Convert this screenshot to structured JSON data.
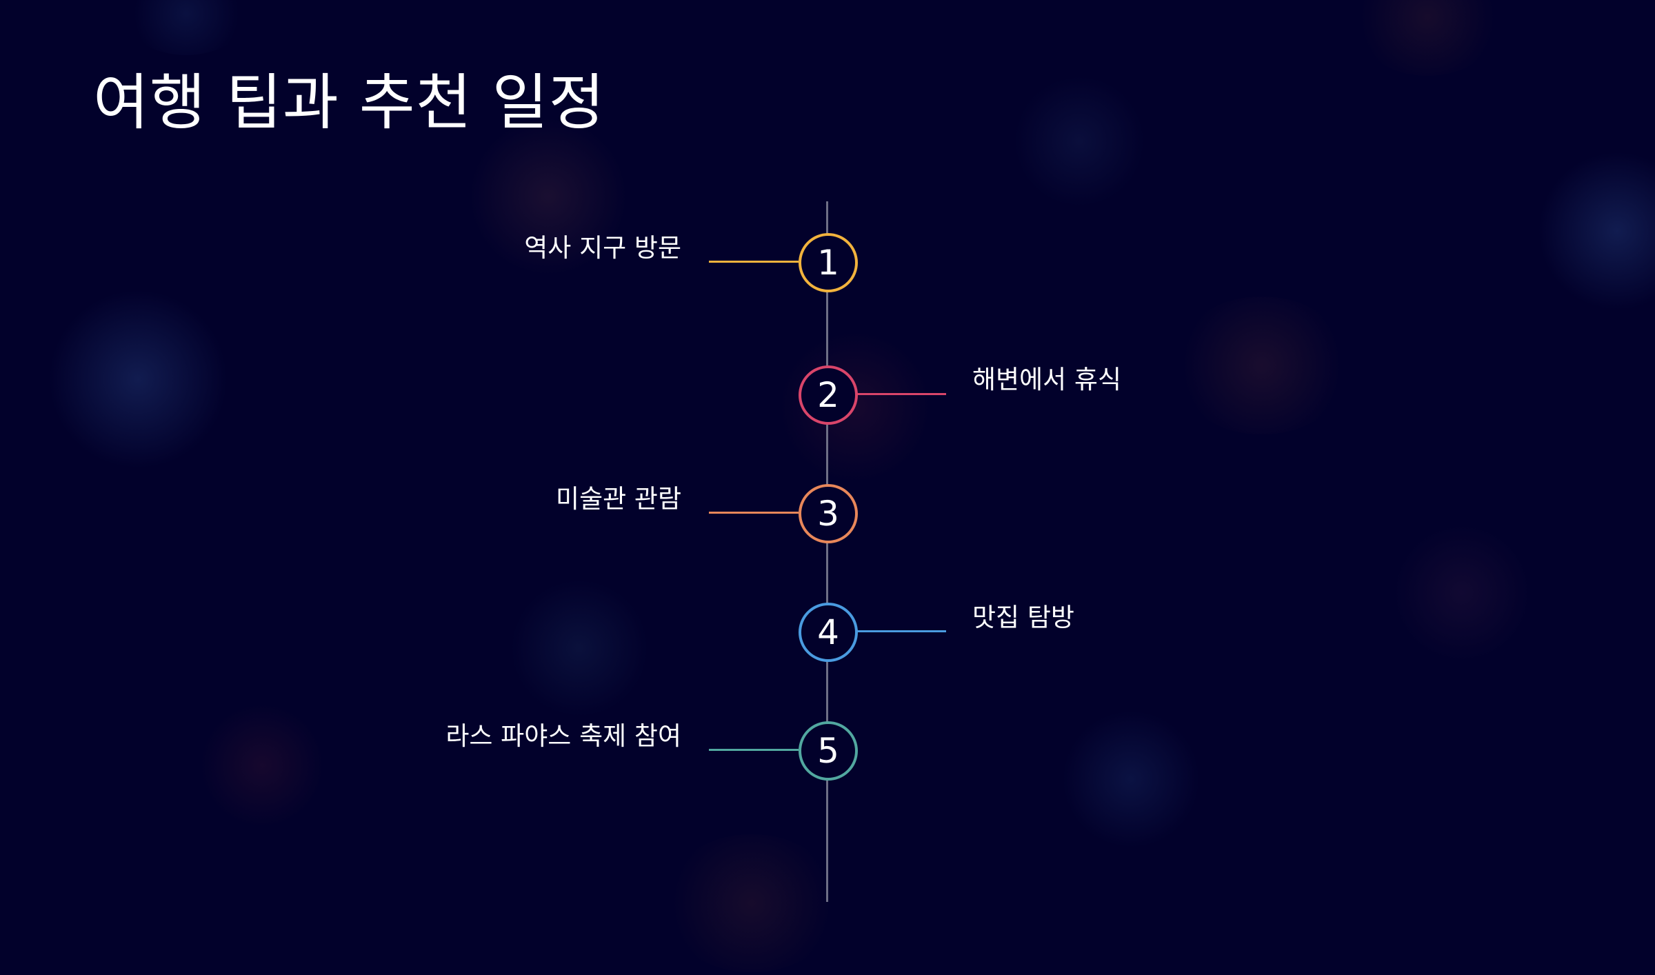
{
  "title": "여행 팁과 추천 일정",
  "timeline": {
    "items": [
      {
        "number": "1",
        "label": "역사 지구 방문",
        "color": "#f2b33d",
        "side": "left"
      },
      {
        "number": "2",
        "label": "해변에서 휴식",
        "color": "#d9456a",
        "side": "right"
      },
      {
        "number": "3",
        "label": "미술관 관람",
        "color": "#e8875a",
        "side": "left"
      },
      {
        "number": "4",
        "label": "맛집 탐방",
        "color": "#4a9be0",
        "side": "right"
      },
      {
        "number": "5",
        "label": "라스 파야스 축제 참여",
        "color": "#52a8a0",
        "side": "left"
      }
    ]
  }
}
